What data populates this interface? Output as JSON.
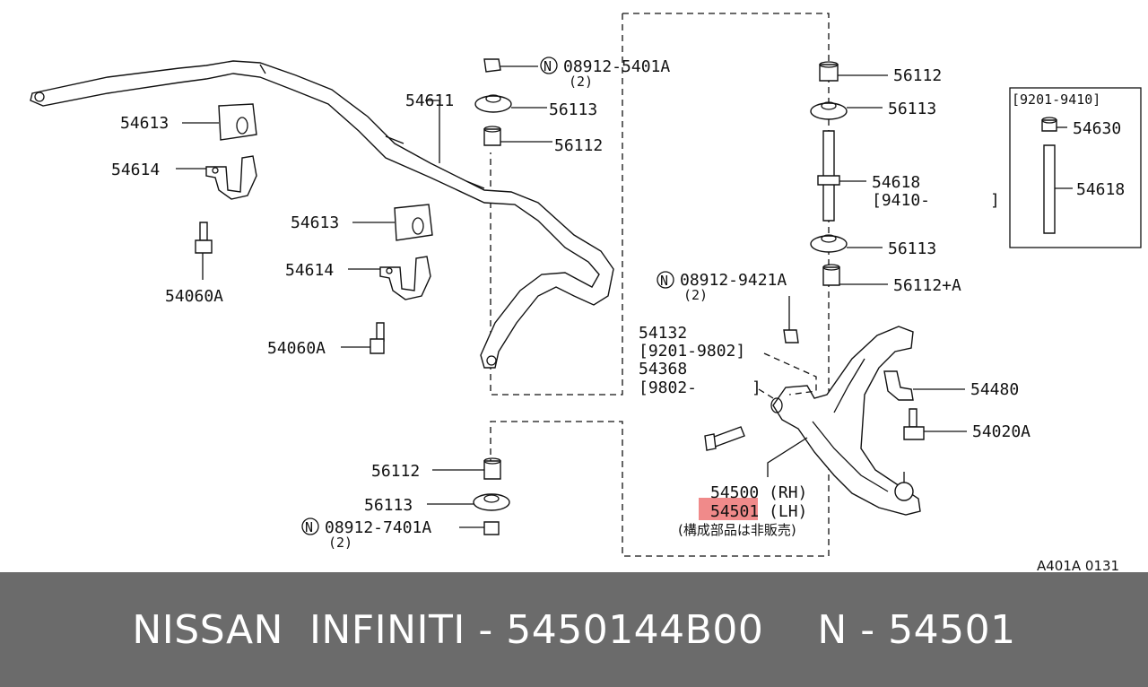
{
  "labels": {
    "l_54613a": "54613",
    "l_54614a": "54614",
    "l_54060Aa": "54060A",
    "l_54613b": "54613",
    "l_54614b": "54614",
    "l_54060Ab": "54060A",
    "l_54611": "54611",
    "l_08912_5401A": "08912-5401A",
    "l_qty2a": "(2)",
    "l_56113a": "56113",
    "l_56112a": "56112",
    "l_56112b": "56112",
    "l_56113b": "56113",
    "l_54618": "54618",
    "l_9410": "[9410-",
    "l_9410_close": "]",
    "l_56113c": "56113",
    "l_56112A": "56112+A",
    "l_08912_9421A": "08912-9421A",
    "l_qty2b": "(2)",
    "l_54132": "54132",
    "l_9201_9802": "[9201-9802]",
    "l_54368": "54368",
    "l_9802": "[9802-",
    "l_9802_close": "]",
    "l_54480": "54480",
    "l_54020A": "54020A",
    "l_54500": "54500 (RH)",
    "l_54501": "54501 (LH)",
    "l_note": "(構成部品は非販売)",
    "l_56112c": "56112",
    "l_56113d": "56113",
    "l_08912_7401A": "08912-7401A",
    "l_qty2c": "(2)",
    "l_box_range": "[9201-9410]",
    "l_54630": "54630",
    "l_54618b": "54618",
    "l_code": "A401A 0131",
    "n_mark": "N"
  },
  "footer": {
    "brand": "NISSAN  INFINITI - 5450144B00",
    "ref": "N - 54501"
  },
  "colors": {
    "highlight": "#f08a8a",
    "footer_bg": "#6b6b6b",
    "footer_text": "#ffffff"
  }
}
